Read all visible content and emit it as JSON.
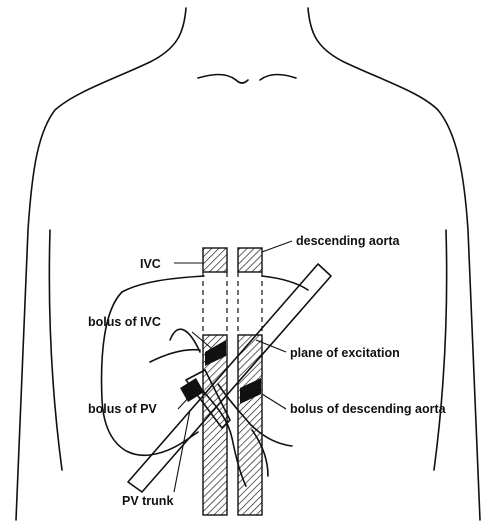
{
  "labels": {
    "ivc": "IVC",
    "descending_aorta": "descending aorta",
    "bolus_ivc": "bolus  of IVC",
    "plane_of_excitation": "plane of excitation",
    "bolus_pv": "bolus of PV",
    "bolus_descending_aorta": "bolus of descending aorta",
    "pv_trunk": "PV trunk"
  },
  "colors": {
    "ink": "#111111",
    "background": "#ffffff"
  }
}
